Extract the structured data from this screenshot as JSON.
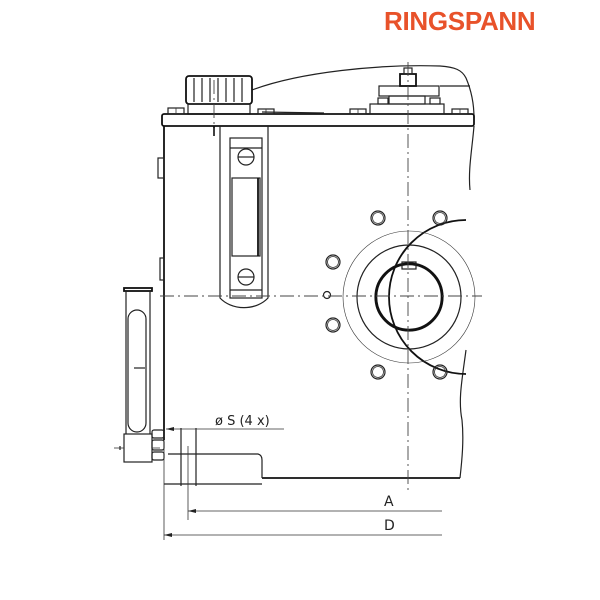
{
  "brand": {
    "logo_text": "RINGSPANN",
    "color": "#e8522a"
  },
  "drawing": {
    "title": "Backstop housing side view technical drawing",
    "line_color": "#222222",
    "annotations": {
      "hole_spec": "ø S (4 x)",
      "dim_a": "A",
      "dim_d": "D"
    },
    "components": [
      "housing",
      "top-cover-plate",
      "filler-cap",
      "oil-sight-glass",
      "flange-with-bolt-circle",
      "shaft-bore-with-keyway",
      "oil-level-gauge",
      "foot-mounting"
    ]
  }
}
